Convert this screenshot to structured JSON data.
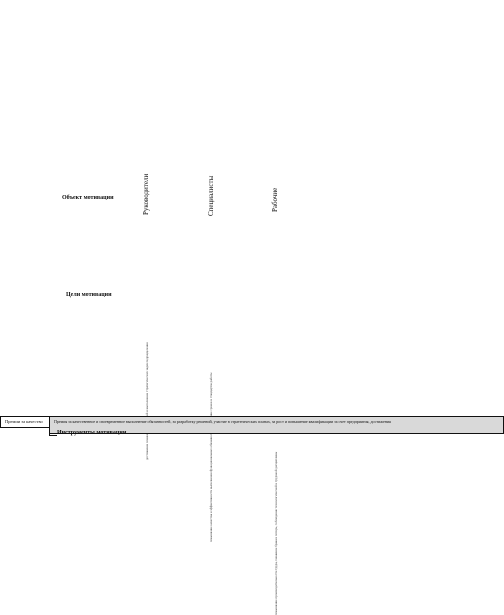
{
  "labels": {
    "object": "Объект мотивации",
    "goals": "Цели мотивации",
    "tools": "Инструменты мотивации",
    "row": "Премии за качество"
  },
  "columns": [
    {
      "heading": "Руководители",
      "body": "достижение плановых показателей и выполнение стратегических задач подразделения"
    },
    {
      "heading": "Специалисты",
      "body": "повышение качества и эффективности выполнения функциональных обязанностей, соблюдение сроков и стандартов работы"
    },
    {
      "heading": "Рабочие",
      "body": "повышение производительности труда, снижение брака и потерь, соблюдение технологической и трудовой дисциплины"
    }
  ],
  "row_text": "Премия за качественное и своевременное выполнение обязанностей, за разработку решений, участие в стратегических планах, за рост и повышение квалификации за счет предприятия, достижения"
}
